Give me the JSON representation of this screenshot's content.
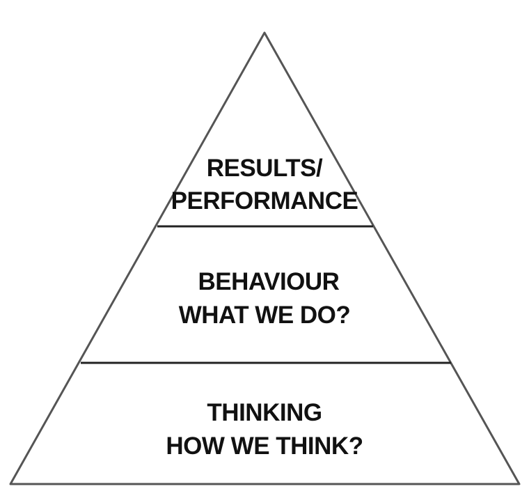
{
  "diagram": {
    "type": "pyramid",
    "colors": {
      "outline": "#555555",
      "divider": "#222222",
      "text": "#111111",
      "background": "#ffffff"
    },
    "tiers": [
      {
        "line1": "RESULTS/",
        "line2": "PERFORMANCE"
      },
      {
        "line1": "BEHAVIOUR",
        "line2": "WHAT WE DO?"
      },
      {
        "line1": "THINKING",
        "line2": "HOW WE THINK?"
      }
    ]
  }
}
